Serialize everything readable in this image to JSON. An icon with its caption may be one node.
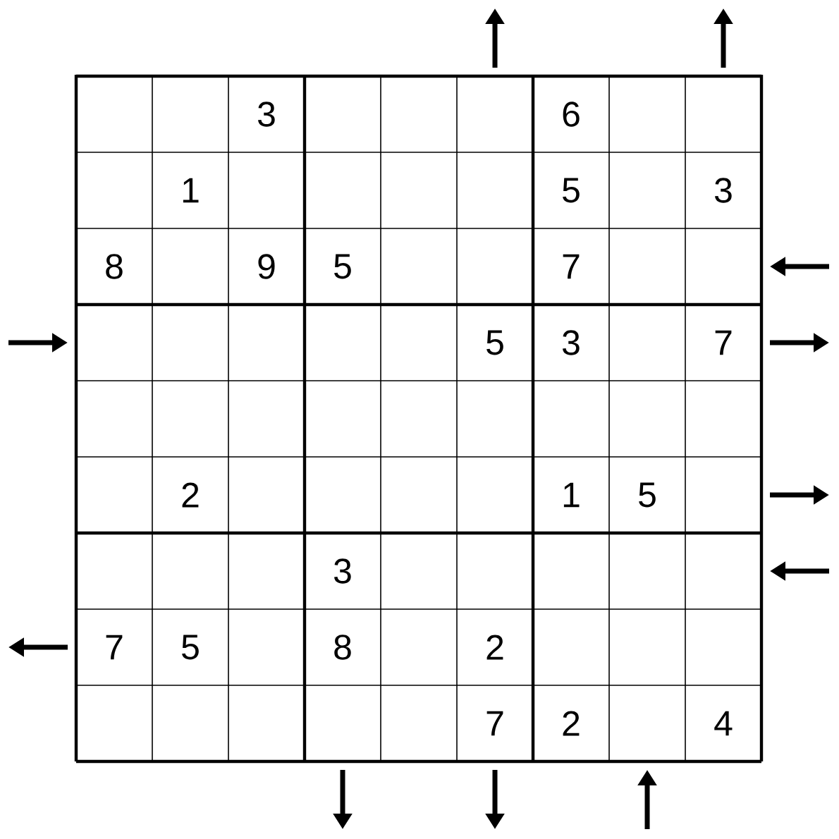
{
  "diagram": {
    "labels": [
      "3",
      "6",
      "1",
      "5",
      "3",
      "8",
      "9",
      "5",
      "7",
      "5",
      "3",
      "7",
      "2",
      "1",
      "5",
      "3",
      "7",
      "5",
      "8",
      "2",
      "7",
      "2",
      "4"
    ]
  }
}
